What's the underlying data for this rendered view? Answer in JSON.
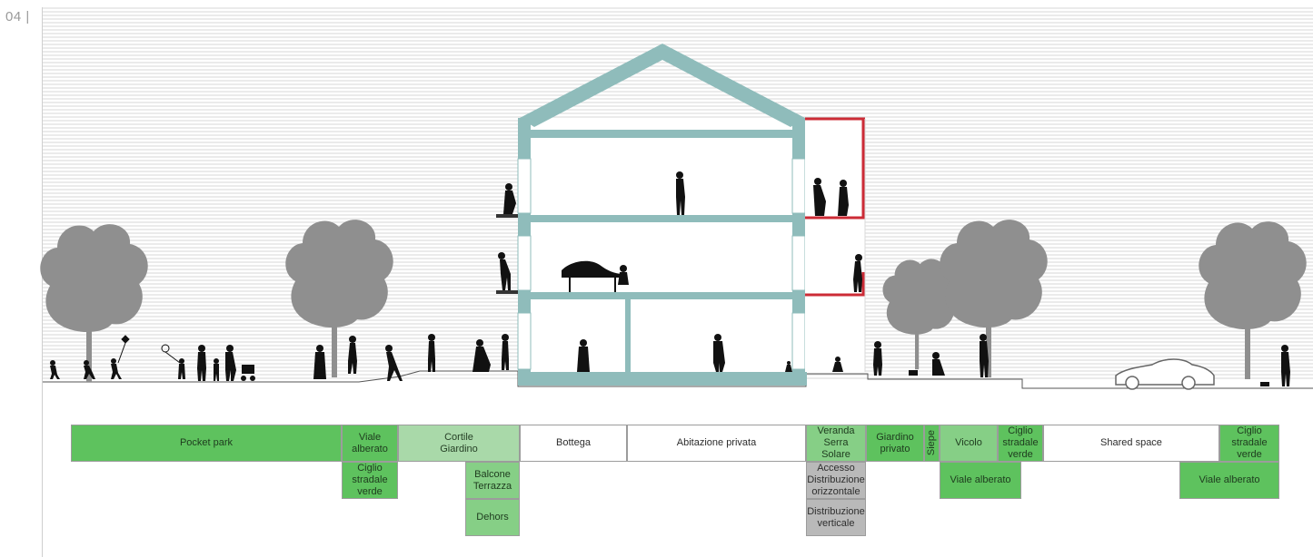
{
  "figure_label": "04 |",
  "zones_row": [
    {
      "key": "pocket",
      "label": "Pocket park",
      "color": "#5ec25e"
    },
    {
      "key": "viale1",
      "label": "Viale\nalberato",
      "color": "#5ec25e"
    },
    {
      "key": "cortile",
      "label": "Cortile\nGiardino",
      "color": "#a9d9a9"
    },
    {
      "key": "bottega",
      "label": "Bottega",
      "color": "#ffffff"
    },
    {
      "key": "abitazione",
      "label": "Abitazione privata",
      "color": "#ffffff"
    },
    {
      "key": "veranda",
      "label": "Veranda\nSerra Solare",
      "color": "#86cf86"
    },
    {
      "key": "giardino",
      "label": "Giardino\nprivato",
      "color": "#5ec25e"
    },
    {
      "key": "siepe",
      "label": "Siepe",
      "color": "#5ec25e"
    },
    {
      "key": "vicolo",
      "label": "Vicolo",
      "color": "#86cf86"
    },
    {
      "key": "ciglio1",
      "label": "Ciglio\nstradale\nverde",
      "color": "#5ec25e"
    },
    {
      "key": "shared",
      "label": "Shared space",
      "color": "#ffffff"
    },
    {
      "key": "ciglio2",
      "label": "Ciglio\nstradale\nverde",
      "color": "#5ec25e"
    }
  ],
  "zones_sub": [
    {
      "key": "ciglio_sub",
      "label": "Ciglio\nstradale\nverde",
      "color": "#5ec25e"
    },
    {
      "key": "balcone",
      "label": "Balcone\nTerrazza",
      "color": "#86cf86"
    },
    {
      "key": "dehors",
      "label": "Dehors",
      "color": "#86cf86"
    },
    {
      "key": "accesso",
      "label": "Accesso\nDistribuzione\norizzontale",
      "color": "#b9b9b9"
    },
    {
      "key": "distribuzione",
      "label": "Distribuzione\nverticale",
      "color": "#b9b9b9"
    },
    {
      "key": "viale_sub1",
      "label": "Viale alberato",
      "color": "#5ec25e"
    },
    {
      "key": "viale_sub2",
      "label": "Viale alberato",
      "color": "#5ec25e"
    }
  ],
  "colors": {
    "building_structure": "#8fbcbb",
    "veranda_frame": "#cc2b36",
    "tree": "#8f8f8f",
    "figure": "#111111",
    "sky_lines": "#d7d7d7"
  }
}
